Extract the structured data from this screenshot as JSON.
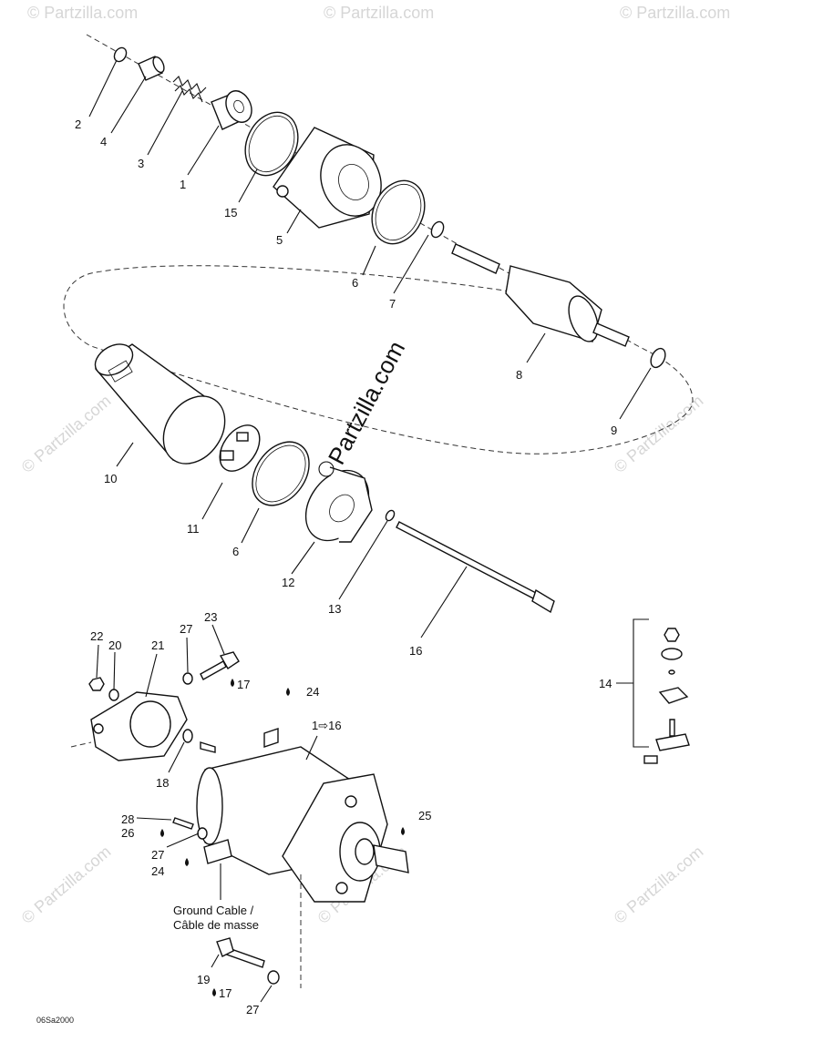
{
  "diagram": {
    "callouts": [
      {
        "id": "c2",
        "text": "2"
      },
      {
        "id": "c4",
        "text": "4"
      },
      {
        "id": "c3",
        "text": "3"
      },
      {
        "id": "c1",
        "text": "1"
      },
      {
        "id": "c15",
        "text": "15"
      },
      {
        "id": "c5",
        "text": "5"
      },
      {
        "id": "c6a",
        "text": "6"
      },
      {
        "id": "c7",
        "text": "7"
      },
      {
        "id": "c8",
        "text": "8"
      },
      {
        "id": "c9",
        "text": "9"
      },
      {
        "id": "c10",
        "text": "10"
      },
      {
        "id": "c11",
        "text": "11"
      },
      {
        "id": "c6b",
        "text": "6"
      },
      {
        "id": "c12",
        "text": "12"
      },
      {
        "id": "c13",
        "text": "13"
      },
      {
        "id": "c16",
        "text": "16"
      },
      {
        "id": "c14",
        "text": "14"
      },
      {
        "id": "c22",
        "text": "22"
      },
      {
        "id": "c20",
        "text": "20"
      },
      {
        "id": "c21",
        "text": "21"
      },
      {
        "id": "c27a",
        "text": "27"
      },
      {
        "id": "c23",
        "text": "23"
      },
      {
        "id": "c17a",
        "text": "17"
      },
      {
        "id": "c24a",
        "text": "24"
      },
      {
        "id": "c1to16",
        "text": "1⇨16"
      },
      {
        "id": "c18",
        "text": "18"
      },
      {
        "id": "c28",
        "text": "28"
      },
      {
        "id": "c26",
        "text": "26"
      },
      {
        "id": "c27b",
        "text": "27"
      },
      {
        "id": "c24b",
        "text": "24"
      },
      {
        "id": "c25",
        "text": "25"
      },
      {
        "id": "c19",
        "text": "19"
      },
      {
        "id": "c17b",
        "text": "17"
      },
      {
        "id": "c27c",
        "text": "27"
      }
    ],
    "ground_cable_line1": "Ground Cable /",
    "ground_cable_line2": "Câble de masse",
    "drawing_code": "06Sa2000",
    "brand_text": "Partzilla.com",
    "watermark_text": "© Partzilla.com"
  }
}
